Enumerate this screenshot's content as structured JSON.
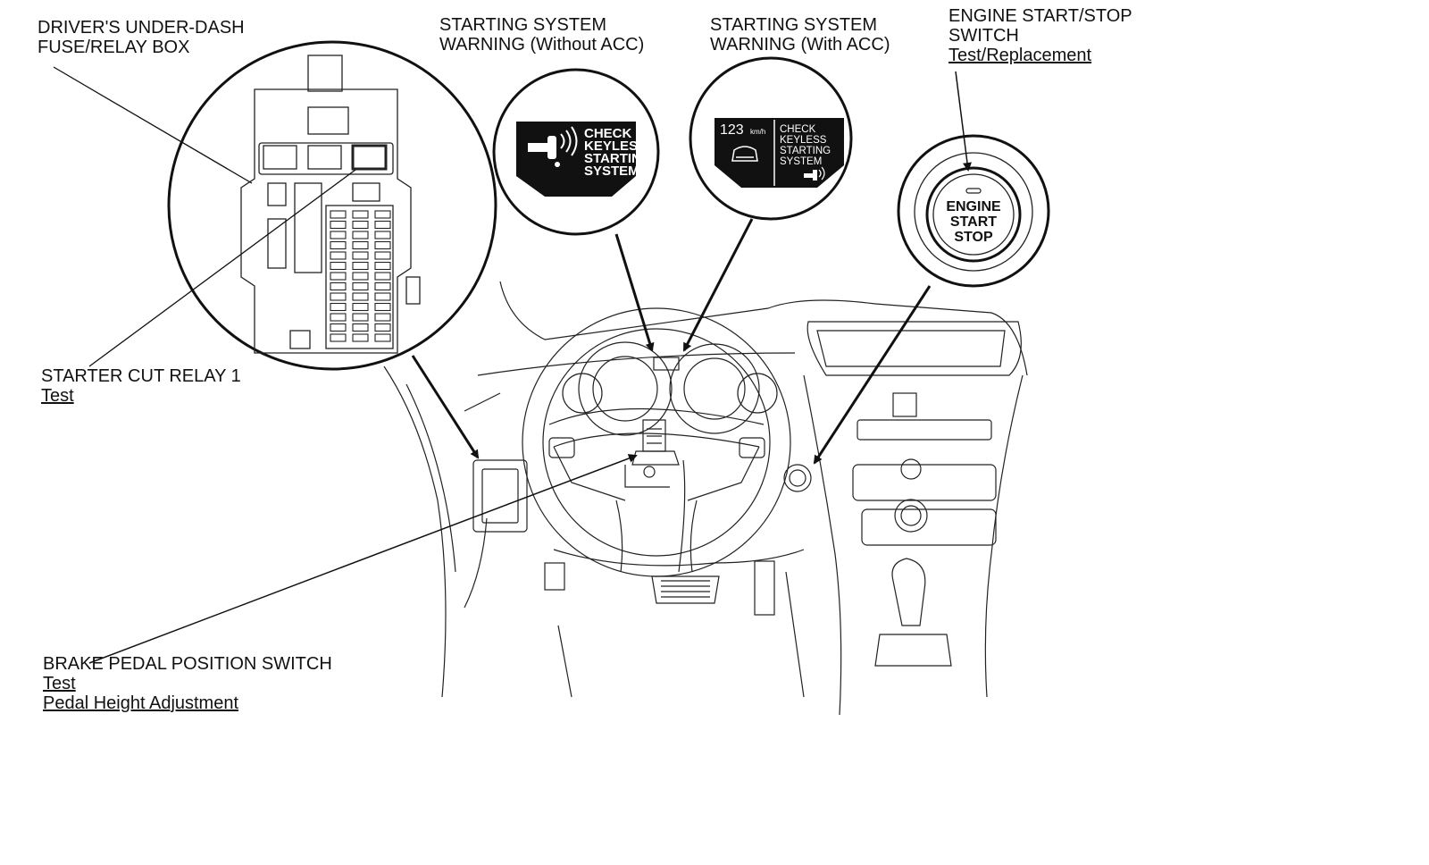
{
  "callouts": {
    "fuse_box": {
      "lines": [
        "DRIVER'S UNDER-DASH",
        "FUSE/RELAY BOX"
      ]
    },
    "warning_no_acc": {
      "lines": [
        "STARTING SYSTEM",
        "WARNING (Without ACC)"
      ]
    },
    "warning_acc": {
      "lines": [
        "STARTING SYSTEM",
        "WARNING (With ACC)"
      ]
    },
    "start_switch": {
      "lines": [
        "ENGINE START/STOP",
        "SWITCH"
      ],
      "links": [
        "Test/Replacement"
      ]
    },
    "relay": {
      "lines": [
        "STARTER CUT RELAY 1"
      ],
      "links": [
        "Test"
      ]
    },
    "brake_switch": {
      "lines": [
        "BRAKE PEDAL POSITION SWITCH"
      ],
      "links": [
        "Test",
        "Pedal Height Adjustment"
      ]
    }
  },
  "displays": {
    "no_acc": {
      "lines": [
        "CHECK",
        "KEYLESS",
        "STARTING",
        "SYSTEM"
      ]
    },
    "acc": {
      "speed": "123",
      "speed_unit": "km/h",
      "lines": [
        "CHECK",
        "KEYLESS",
        "STARTING",
        "SYSTEM"
      ]
    }
  },
  "button": {
    "lines": [
      "ENGINE",
      "START",
      "STOP"
    ]
  }
}
